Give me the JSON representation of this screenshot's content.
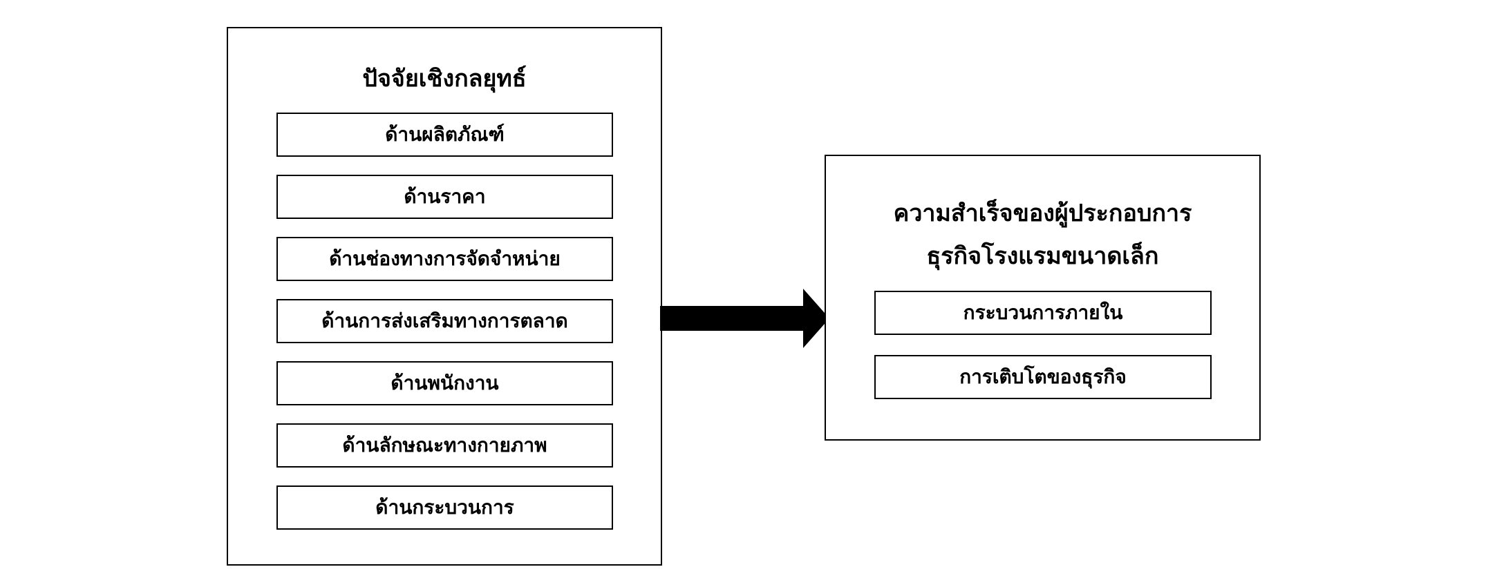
{
  "left_panel": {
    "title": "ปัจจัยเชิงกลยุทธ์",
    "items": [
      {
        "label": "ด้านผลิตภัณฑ์"
      },
      {
        "label": "ด้านราคา"
      },
      {
        "label": "ด้านช่องทางการจัดจำหน่าย"
      },
      {
        "label": "ด้านการส่งเสริมทางการตลาด"
      },
      {
        "label": "ด้านพนักงาน"
      },
      {
        "label": "ด้านลักษณะทางกายภาพ"
      },
      {
        "label": "ด้านกระบวนการ"
      }
    ]
  },
  "right_panel": {
    "title_line1": "ความสำเร็จของผู้ประกอบการ",
    "title_line2": "ธุรกิจโรงแรมขนาดเล็ก",
    "items": [
      {
        "label": "กระบวนการภายใน"
      },
      {
        "label": "การเติบโตของธุรกิจ"
      }
    ]
  },
  "colors": {
    "stroke": "#000000",
    "background": "#ffffff"
  }
}
